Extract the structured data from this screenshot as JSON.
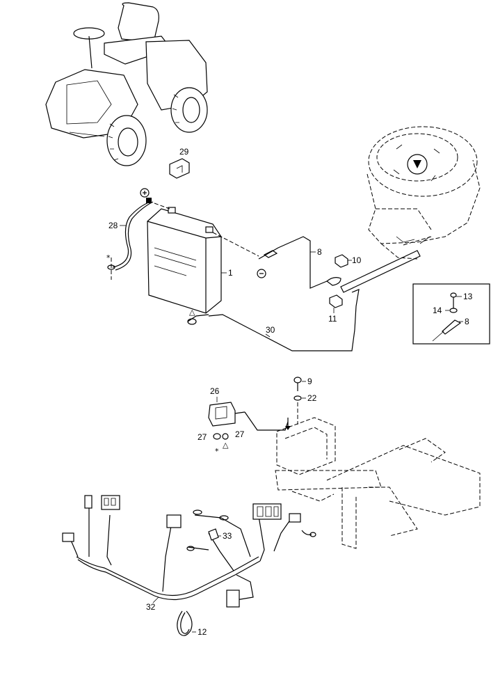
{
  "labels": {
    "p1": "1",
    "p8a": "8",
    "p8b": "8",
    "p9": "9",
    "p10": "10",
    "p11": "11",
    "p12": "12",
    "p13": "13",
    "p14": "14",
    "p22": "22",
    "p26": "26",
    "p27a": "27",
    "p27b": "27",
    "p28": "28",
    "p29": "29",
    "p30": "30",
    "p32": "32",
    "p33": "33"
  },
  "symbols": {
    "star_a": "*",
    "star_b": "*",
    "triangle_a": "△",
    "triangle_b": "△"
  },
  "colors": {
    "line": "#000000",
    "background": "#ffffff"
  }
}
